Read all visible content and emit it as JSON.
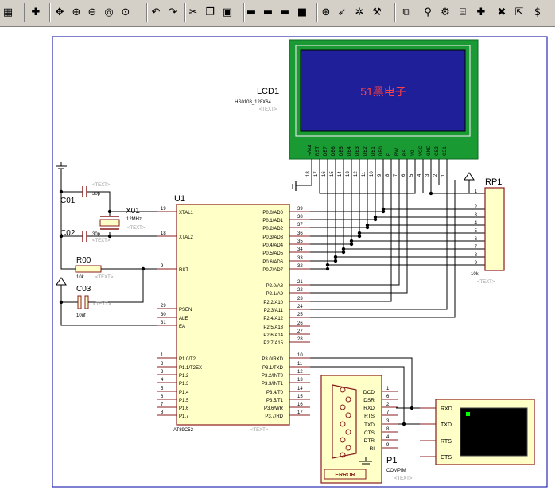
{
  "colors": {
    "toolbar_bg": "#d4d0c8",
    "wire": "#000000",
    "component_outline": "#8b1c1c",
    "component_fill": "#ffffc8",
    "pin": "#8b1c1c",
    "lcd_bezel": "#199a33",
    "lcd_screen": "#1f1f9a",
    "lcd_text": "#ff4040",
    "terminal_screen": "#000000",
    "cursor": "#00ff00",
    "border": "#0000a0",
    "placeholder": "#9a9a9a"
  },
  "toolbar": [
    {
      "name": "grid-button",
      "icon": "grid-icon",
      "glyph": "▦"
    },
    {
      "name": "origin-button",
      "icon": "crosshair-icon",
      "glyph": "✚"
    },
    {
      "name": "pan-button",
      "icon": "pan-icon",
      "glyph": "✥"
    },
    {
      "name": "zoom-in-button",
      "icon": "zoom-in-icon",
      "glyph": "⊕"
    },
    {
      "name": "zoom-out-button",
      "icon": "zoom-out-icon",
      "glyph": "⊖"
    },
    {
      "name": "zoom-all-button",
      "icon": "zoom-all-icon",
      "glyph": "◎"
    },
    {
      "name": "zoom-area-button",
      "icon": "zoom-area-icon",
      "glyph": "⊙"
    },
    {
      "name": "undo-button",
      "icon": "undo-icon",
      "glyph": "↶"
    },
    {
      "name": "redo-button",
      "icon": "redo-icon",
      "glyph": "↷"
    },
    {
      "name": "cut-button",
      "icon": "scissors-icon",
      "glyph": "✂"
    },
    {
      "name": "copy-button",
      "icon": "copy-icon",
      "glyph": "❐"
    },
    {
      "name": "paste-button",
      "icon": "paste-icon",
      "glyph": "▣"
    },
    {
      "name": "block-copy-button",
      "icon": "block-copy-icon",
      "glyph": "▬"
    },
    {
      "name": "block-move-button",
      "icon": "block-move-icon",
      "glyph": "▬"
    },
    {
      "name": "block-rotate-button",
      "icon": "block-rotate-icon",
      "glyph": "▬"
    },
    {
      "name": "block-delete-button",
      "icon": "block-delete-icon",
      "glyph": "■"
    },
    {
      "name": "pick-device-button",
      "icon": "pick-device-icon",
      "glyph": "⊛"
    },
    {
      "name": "make-device-button",
      "icon": "make-device-icon",
      "glyph": "➶"
    },
    {
      "name": "package-tool-button",
      "icon": "package-icon",
      "glyph": "✲"
    },
    {
      "name": "decompose-button",
      "icon": "hammer-icon",
      "glyph": "⚒"
    },
    {
      "name": "wire-autorouter-button",
      "icon": "autorouter-icon",
      "glyph": "⧉"
    },
    {
      "name": "search-button",
      "icon": "binoculars-icon",
      "glyph": "⚲"
    },
    {
      "name": "property-tool-button",
      "icon": "property-tool-icon",
      "glyph": "⚙"
    },
    {
      "name": "design-explorer-button",
      "icon": "explorer-icon",
      "glyph": "⌸"
    },
    {
      "name": "new-sheet-button",
      "icon": "new-sheet-icon",
      "glyph": "✚"
    },
    {
      "name": "delete-sheet-button",
      "icon": "delete-sheet-icon",
      "glyph": "✖"
    },
    {
      "name": "exit-to-parent-button",
      "icon": "exit-parent-icon",
      "glyph": "⇱"
    },
    {
      "name": "bill-of-materials-button",
      "icon": "bom-icon",
      "glyph": "$"
    }
  ],
  "placeholder_text": "<TEXT>",
  "lcd": {
    "ref": "LCD1",
    "part": "HS0108_128X64",
    "screen_text": "51黑电子",
    "pins": [
      "-Vout",
      "RST",
      "DB7",
      "DB6",
      "DB5",
      "DB4",
      "DB3",
      "DB2",
      "DB1",
      "DB0",
      "E",
      "RW",
      "RS",
      "V0",
      "VCC",
      "GND",
      "CS2",
      "CS1"
    ],
    "pin_numbers": [
      "18",
      "17",
      "16",
      "15",
      "14",
      "13",
      "12",
      "11",
      "10",
      "9",
      "8",
      "7",
      "6",
      "5",
      "4",
      "3",
      "2",
      "1"
    ]
  },
  "mcu": {
    "ref": "U1",
    "part": "AT89C52",
    "left_pins": [
      {
        "num": "19",
        "label": "XTAL1"
      },
      {
        "num": "18",
        "label": "XTAL2"
      },
      {
        "num": "9",
        "label": "RST"
      },
      {
        "num": "29",
        "label": "PSEN"
      },
      {
        "num": "30",
        "label": "ALE"
      },
      {
        "num": "31",
        "label": "EA"
      },
      {
        "num": "1",
        "label": "P1.0/T2"
      },
      {
        "num": "2",
        "label": "P1.1/T2EX"
      },
      {
        "num": "3",
        "label": "P1.2"
      },
      {
        "num": "4",
        "label": "P1.3"
      },
      {
        "num": "5",
        "label": "P1.4"
      },
      {
        "num": "6",
        "label": "P1.5"
      },
      {
        "num": "7",
        "label": "P1.6"
      },
      {
        "num": "8",
        "label": "P1.7"
      }
    ],
    "right_pins": [
      {
        "num": "39",
        "label": "P0.0/AD0"
      },
      {
        "num": "38",
        "label": "P0.1/AD1"
      },
      {
        "num": "37",
        "label": "P0.2/AD2"
      },
      {
        "num": "36",
        "label": "P0.3/AD3"
      },
      {
        "num": "35",
        "label": "P0.4/AD4"
      },
      {
        "num": "34",
        "label": "P0.5/AD5"
      },
      {
        "num": "33",
        "label": "P0.6/AD6"
      },
      {
        "num": "32",
        "label": "P0.7/AD7"
      },
      {
        "num": "21",
        "label": "P2.0/A8"
      },
      {
        "num": "22",
        "label": "P2.1/A9"
      },
      {
        "num": "23",
        "label": "P2.2/A10"
      },
      {
        "num": "24",
        "label": "P2.3/A11"
      },
      {
        "num": "25",
        "label": "P2.4/A12"
      },
      {
        "num": "26",
        "label": "P2.5/A13"
      },
      {
        "num": "27",
        "label": "P2.6/A14"
      },
      {
        "num": "28",
        "label": "P2.7/A15"
      },
      {
        "num": "10",
        "label": "P3.0/RXD"
      },
      {
        "num": "11",
        "label": "P3.1/TXD"
      },
      {
        "num": "12",
        "label": "P3.2/INT0"
      },
      {
        "num": "13",
        "label": "P3.3/INT1"
      },
      {
        "num": "14",
        "label": "P3.4/T0"
      },
      {
        "num": "15",
        "label": "P3.5/T1"
      },
      {
        "num": "16",
        "label": "P3.6/WR"
      },
      {
        "num": "17",
        "label": "P3.7/RD"
      }
    ]
  },
  "c01": {
    "ref": "C01",
    "value": "30p"
  },
  "c02": {
    "ref": "C02",
    "value": "30p"
  },
  "x01": {
    "ref": "X01",
    "value": "12MHz"
  },
  "r00": {
    "ref": "R00",
    "value": "10k"
  },
  "c03": {
    "ref": "C03",
    "value": "10uf"
  },
  "rp1": {
    "ref": "RP1",
    "value": "10k",
    "pins": [
      "1",
      "2",
      "3",
      "4",
      "5",
      "6",
      "7",
      "8",
      "9"
    ]
  },
  "p1": {
    "ref": "P1",
    "part": "COMPIM",
    "badge": "ERROR",
    "pins": [
      {
        "num": "1",
        "label": "DCD"
      },
      {
        "num": "6",
        "label": "DSR"
      },
      {
        "num": "2",
        "label": "RXD"
      },
      {
        "num": "7",
        "label": "RTS"
      },
      {
        "num": "3",
        "label": "TXD"
      },
      {
        "num": "8",
        "label": "CTS"
      },
      {
        "num": "4",
        "label": "DTR"
      },
      {
        "num": "9",
        "label": "RI"
      }
    ]
  },
  "terminal": {
    "pins": [
      "RXD",
      "TXD",
      "RTS",
      "CTS"
    ]
  }
}
